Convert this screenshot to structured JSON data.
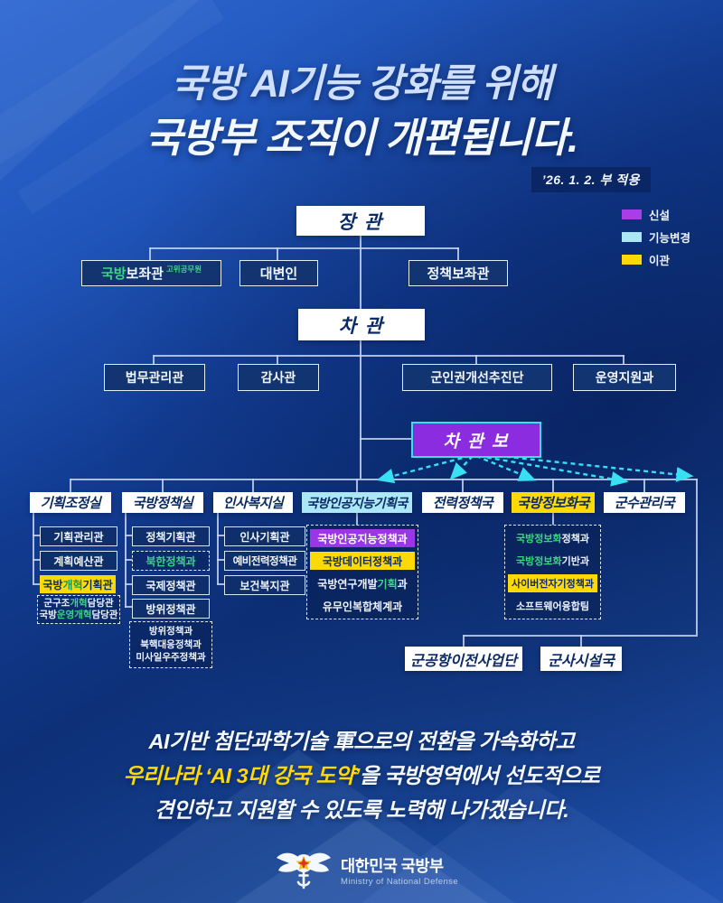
{
  "poster": {
    "title_line1": "국방 AI기능 강화를 위해",
    "title_line2": "국방부 조직이 개편됩니다.",
    "date_badge": "’26. 1. 2. 부 적용",
    "legend": [
      {
        "label": "신설",
        "color": "#a93ee9"
      },
      {
        "label": "기능변경",
        "color": "#ace7f8"
      },
      {
        "label": "이관",
        "color": "#ffd903"
      }
    ]
  },
  "org": {
    "minister": "장 관",
    "minister_staff": {
      "defense_advisor": {
        "green": "국방",
        "rest": "보좌관",
        "tag": "고위공무원"
      },
      "spokesperson": "대변인",
      "policy_advisor": "정책보좌관"
    },
    "vice_minister": "차 관",
    "vice_staff": {
      "legal": "법무관리관",
      "audit": "감사관",
      "rights": "군인권개선추진단",
      "support": "운영지원과"
    },
    "deputy_minister": "차 관 보",
    "col1": {
      "header": "기획조정실",
      "item1": "기획관리관",
      "item2": "계획예산관",
      "item3": {
        "pre": "국방",
        "green": "개혁",
        "post": "기획관"
      },
      "dash1": {
        "pre": "군구조",
        "green": "개혁",
        "post": "담당관"
      },
      "dash2": {
        "pre": "국방",
        "green": "운영개혁",
        "post": "담당관"
      }
    },
    "col2": {
      "header": "국방정책실",
      "item1": "정책기획관",
      "item2": "북한정책과",
      "item3": "국제정책관",
      "item4": "방위정책관",
      "dash1": "방위정책과",
      "dash2": "북핵대응정책과",
      "dash3": "미사일우주정책과"
    },
    "col3": {
      "header": "인사복지실",
      "item1": "인사기획관",
      "item2": "예비전력정책관",
      "item3": "보건복지관"
    },
    "col4": {
      "header": "국방인공지능기획국",
      "item1": "국방인공지능정책과",
      "item2": "국방데이터정책과",
      "item3": {
        "pre": "국방연구개발",
        "green": "기획",
        "post": "과"
      },
      "item4": "유무인복합체계과"
    },
    "col5": {
      "header": "전력정책국"
    },
    "col6": {
      "header": "국방정보화국",
      "item1": {
        "green": "국방정보화",
        "post": "정책과"
      },
      "item2": {
        "green": "국방정보화",
        "post": "기반과"
      },
      "item3": "사이버전자기정책과",
      "item4": "소프트웨어융합팀"
    },
    "col7": {
      "header": "군수관리국"
    },
    "extra1": "군공항이전사업단",
    "extra2": "군사시설국"
  },
  "message": {
    "line1": "AI기반 첨단과학기술 軍으로의 전환을 가속화하고",
    "line2_highlight": "우리나라 ‘AI 3대 강국 도약’",
    "line2_rest": "을 국방영역에서 선도적으로",
    "line3": "견인하고 지원할 수 있도록 노력해 나가겠습니다."
  },
  "footer": {
    "org_name": "대한민국 국방부",
    "org_name_en": "Ministry of National Defense"
  },
  "colors": {
    "new_purple": "#a93ee9",
    "function_change_blue": "#ace7f8",
    "transfer_yellow": "#ffd903",
    "deputy_box_purple": "#8c2ce0",
    "cyan_accent": "#38e0f2",
    "green_accent": "#3bd584",
    "navy_text": "#0b2b66"
  }
}
